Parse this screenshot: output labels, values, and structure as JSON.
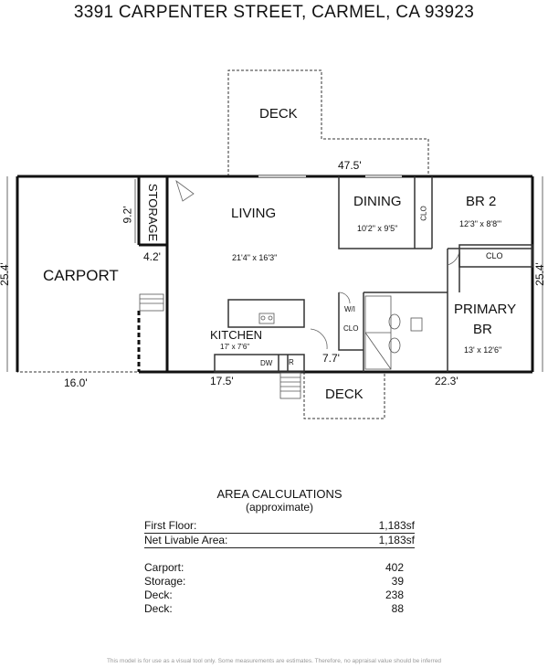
{
  "title": "3391 CARPENTER STREET, CARMEL, CA  93923",
  "rooms": {
    "deck_top": "DECK",
    "carport": "CARPORT",
    "storage": "STORAGE",
    "living": "LIVING",
    "living_dim": "21'4\" x 16'3\"",
    "dining": "DINING",
    "dining_dim": "10'2\" x 9'5\"",
    "clo_dining": "CLO",
    "br2": "BR 2",
    "br2_dim": "12'3\" x 8'8\"'",
    "clo_br2": "CLO",
    "kitchen": "KITCHEN",
    "kitchen_dim": "17' x 7'6\"",
    "dw": "DW",
    "r": "R",
    "wi": "W/I",
    "clo_wi": "CLO",
    "primary_line1": "PRIMARY",
    "primary_line2": "BR",
    "primary_dim": "13' x 12'6\"",
    "deck_bottom": "DECK"
  },
  "dimensions": {
    "top_width": "47.5'",
    "left_height": "25.4'",
    "right_height": "25.4'",
    "storage_height": "9.2'",
    "storage_width": "4.2'",
    "carport_width": "16.0'",
    "kitchen_width": "17.5'",
    "deck_width": "7.7'",
    "primary_width": "22.3'"
  },
  "area": {
    "heading": "AREA CALCULATIONS",
    "subheading": "(approximate)",
    "rows": [
      {
        "label": "First Floor:",
        "value": "1,183sf"
      },
      {
        "label": "Net Livable Area:",
        "value": "1,183sf"
      }
    ],
    "extras": [
      {
        "label": "Carport:",
        "value": "402"
      },
      {
        "label": "Storage:",
        "value": "39"
      },
      {
        "label": "Deck:",
        "value": "238"
      },
      {
        "label": "Deck:",
        "value": "88"
      }
    ]
  },
  "disclaimer": "This model is for use as a visual tool only. Some measurements are estimates. Therefore, no appraisal value should be inferred"
}
